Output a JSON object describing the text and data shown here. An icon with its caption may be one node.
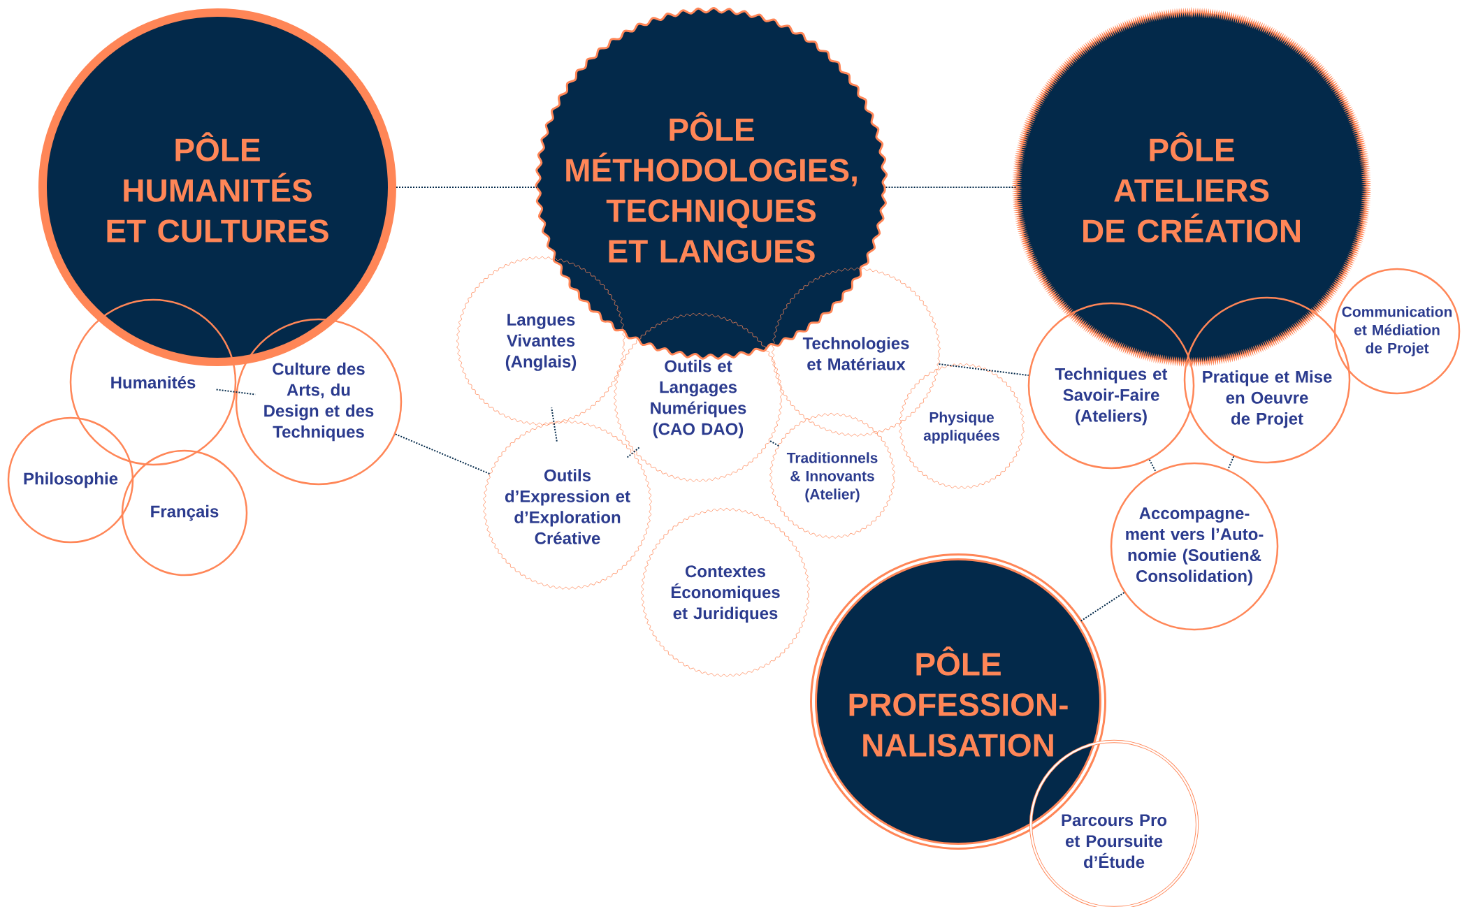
{
  "diagram": {
    "nodes": [
      {
        "text": [
          "PÔLE HUMANITÉS ET CULTURES"
        ]
      },
      {
        "text": [
          "PÔLE MÉTHODOLOGIES, TECHNIQUES ET LANGUES"
        ]
      },
      {
        "text": [
          "PÔLE ATELIERS DE CRÉATION"
        ]
      },
      {
        "text": [
          "Humanités"
        ]
      },
      {
        "text": [
          "Culture des Arts, du Design et des Techniques"
        ]
      },
      {
        "text": [
          "Philosophie"
        ]
      },
      {
        "text": [
          "Français"
        ]
      },
      {
        "text": [
          "Langues Vivantes (Anglais)"
        ]
      },
      {
        "text": [
          "Outils et Langages Numériques (CAO DAO)"
        ]
      },
      {
        "text": [
          "Technologies et Matériaux"
        ]
      },
      {
        "text": [
          "Outils d’Expression et d’Exploration Créative"
        ]
      },
      {
        "text": [
          "Traditionnels & Innovants (Atelier)"
        ]
      },
      {
        "text": [
          "Physique appliquées"
        ]
      },
      {
        "text": [
          "Contextes Économiques et Juridiques"
        ]
      },
      {
        "text": [
          "Techniques et Savoir-Faire (Ateliers)"
        ]
      },
      {
        "text": [
          "Pratique et Mise en Oeuvre de Projet"
        ]
      },
      {
        "text": [
          "Communication et Médiation de Projet"
        ]
      },
      {
        "text": [
          "Accompagne-ment vers l’Auto-nomie (Soutien& Consolidation)"
        ]
      },
      {
        "text": [
          "PÔLE PROFESSION-NALISATION"
        ]
      },
      {
        "text": [
          "Parcours Pro et Poursuite d’Étude"
        ]
      }
    ],
    "edges": [
      {
        "from": 0,
        "to": 1,
        "arrow": "none"
      },
      {
        "from": 1,
        "to": 2,
        "arrow": "none"
      },
      {
        "from": 3,
        "to": 4,
        "arrow": "none"
      },
      {
        "from": 4,
        "to": 10,
        "arrow": "none"
      },
      {
        "from": 7,
        "to": 10,
        "arrow": "none"
      },
      {
        "from": 8,
        "to": 10,
        "arrow": "none"
      },
      {
        "from": 8,
        "to": 11,
        "arrow": "none"
      },
      {
        "from": 9,
        "to": 14,
        "arrow": "none"
      },
      {
        "from": 14,
        "to": 17,
        "arrow": "none"
      },
      {
        "from": 15,
        "to": 17,
        "arrow": "none"
      },
      {
        "from": 17,
        "to": 18,
        "arrow": "none"
      }
    ]
  }
}
